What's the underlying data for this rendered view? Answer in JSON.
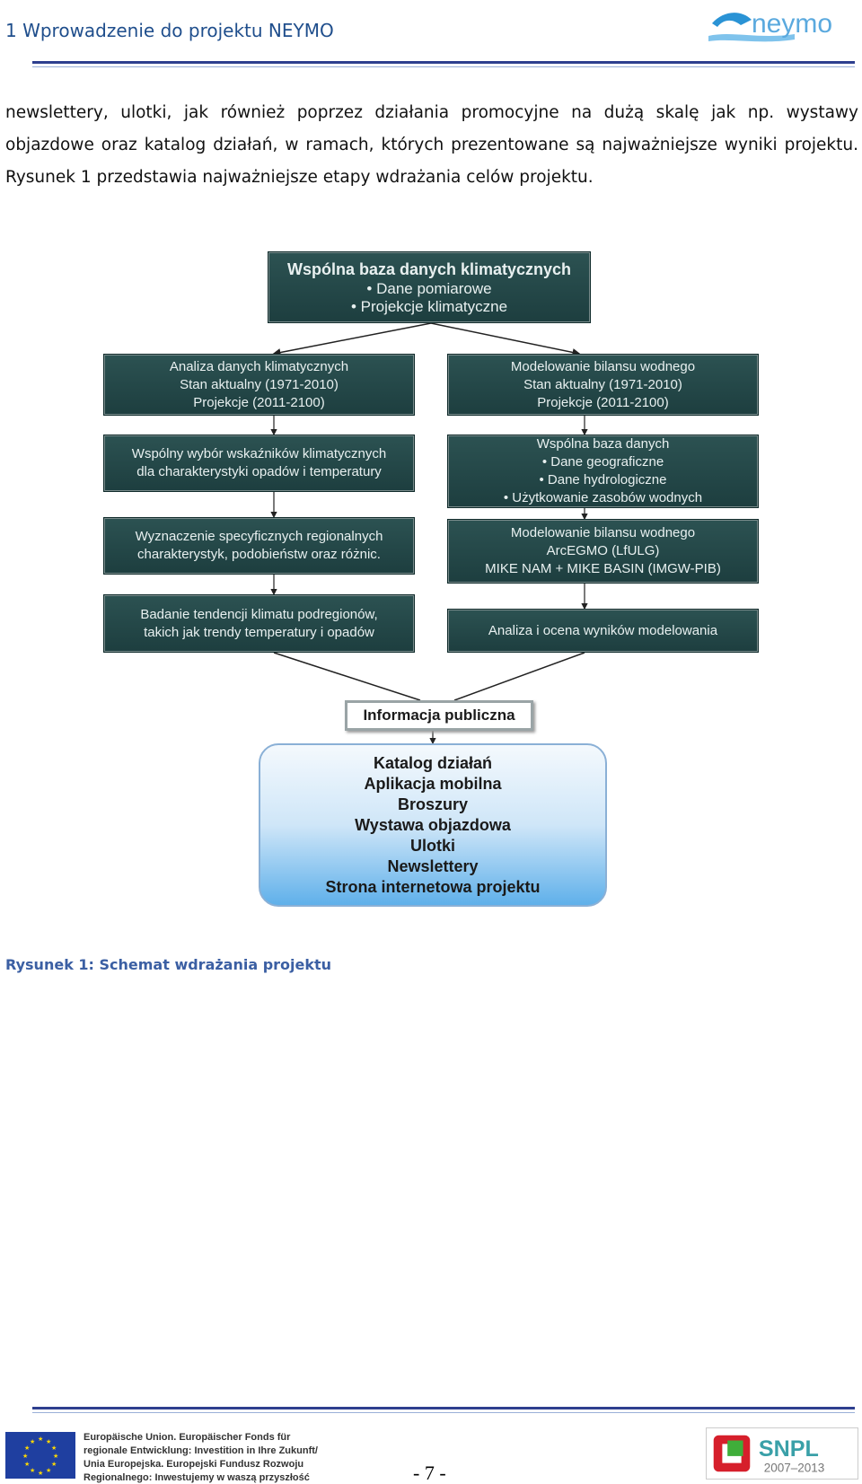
{
  "header": {
    "title": "1 Wprowadzenie do projektu NEYMO",
    "logo_text": "neymo"
  },
  "body": {
    "lines": [
      "newslettery, ulotki, jak również poprzez działania promocyjne na dużą skalę jak np. wystawy",
      "objazdowe oraz katalog działań, w ramach, których prezentowane są najważniejsze wyniki projektu.",
      "Rysunek 1 przedstawia najważniejsze etapy wdrażania celów projektu."
    ]
  },
  "diagram": {
    "top_box": {
      "title": "Wspólna baza danych klimatycznych",
      "items": [
        "•  Dane pomiarowe",
        "• Projekcje klimatyczne"
      ]
    },
    "left_column": [
      [
        "Analiza danych klimatycznych",
        "Stan aktualny (1971-2010)",
        "Projekcje (2011-2100)"
      ],
      [
        "Wspólny wybór wskaźników klimatycznych",
        "dla charakterystyki opadów i temperatury"
      ],
      [
        "Wyznaczenie specyficznych regionalnych",
        "charakterystyk, podobieństw oraz różnic."
      ],
      [
        "Badanie tendencji klimatu podregionów,",
        "takich jak trendy temperatury i opadów"
      ]
    ],
    "right_column": [
      [
        "Modelowanie bilansu wodnego",
        "Stan aktualny (1971-2010)",
        "Projekcje (2011-2100)"
      ],
      [
        "Wspólna baza danych",
        "• Dane geograficzne",
        "• Dane hydrologiczne",
        "• Użytkowanie zasobów wodnych"
      ],
      [
        "Modelowanie bilansu wodnego",
        "ArcEGMO (LfULG)",
        "MIKE NAM + MIKE BASIN (IMGW-PIB)"
      ],
      [
        "Analiza i ocena wyników modelowania"
      ]
    ],
    "info_label": "Informacja publiczna",
    "outputs": [
      "Katalog działań",
      "Aplikacja mobilna",
      "Broszury",
      "Wystawa objazdowa",
      "Ulotki",
      "Newslettery",
      "Strona internetowa projektu"
    ]
  },
  "caption": "Rysunek 1: Schemat wdrażania projektu",
  "footer": {
    "eu_lines": [
      "Europäische Union. Europäischer Fonds für",
      "regionale Entwicklung: Investition in Ihre Zukunft/",
      "Unia Europejska. Europejski Fundusz Rozwoju",
      "Regionalnego: Inwestujemy w waszą przyszłość"
    ],
    "page_number": "- 7 -",
    "snpl_name": "SNPL",
    "snpl_years": "2007–2013"
  }
}
